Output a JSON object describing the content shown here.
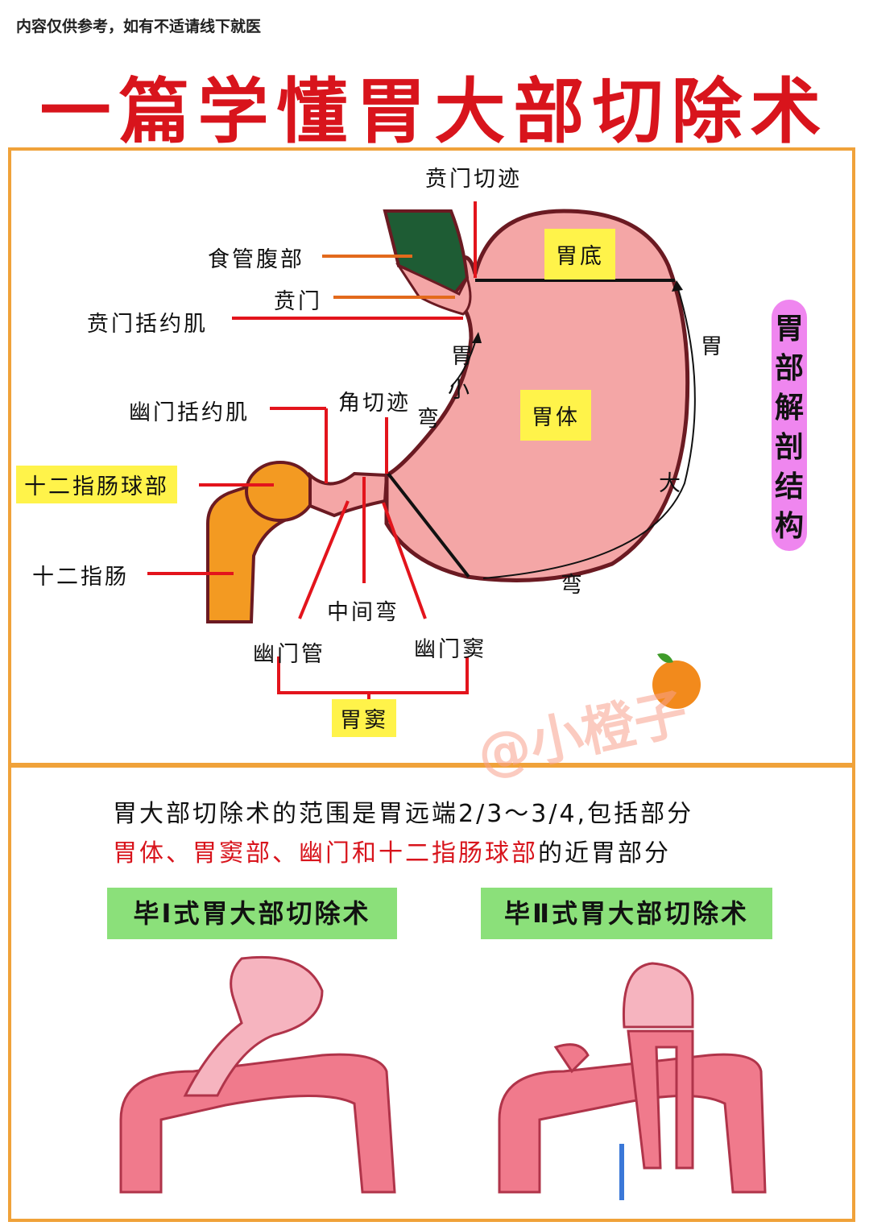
{
  "disclaimer": "内容仅供参考，如有不适请线下就医",
  "title": "一篇学懂胃大部切除术",
  "section_title": "胃部解剖结构",
  "labels": {
    "cardiac_notch": "贲门切迹",
    "abdominal_esophagus": "食管腹部",
    "cardia": "贲门",
    "cardiac_sphincter": "贲门括约肌",
    "pyloric_sphincter": "幽门括约肌",
    "angular_notch": "角切迹",
    "duodenal_bulb": "十二指肠球部",
    "duodenum": "十二指肠",
    "intermediate_sulcus": "中间弯",
    "pyloric_canal": "幽门管",
    "pyloric_antrum": "幽门窦",
    "gastric_antrum": "胃窦",
    "fundus": "胃底",
    "body": "胃体",
    "lesser_curvature": [
      "胃",
      "小",
      "弯"
    ],
    "greater_curvature": [
      "胃",
      "大",
      "弯"
    ]
  },
  "watermark": "@小橙子",
  "description": {
    "line1": "胃大部切除术的范围是胃远端2/3～3/4,包括部分",
    "line2_red": "胃体、胃窦部、幽门和十二指肠球部",
    "line2_black": "的近胃部分"
  },
  "procedures": {
    "billroth1": "毕Ⅰ式胃大部切除术",
    "billroth2": "毕Ⅱ式胃大部切除术"
  },
  "colors": {
    "title_red": "#d8141c",
    "border_orange": "#f0a23a",
    "stomach_pink": "#f4a6a6",
    "esophagus_green": "#1e5c34",
    "duodenum_orange": "#f39a22",
    "label_yellow": "#fff34a",
    "section_magenta": "#ef86ef",
    "procedure_green": "#8be07a",
    "intestine_pink": "#f07a8c"
  }
}
